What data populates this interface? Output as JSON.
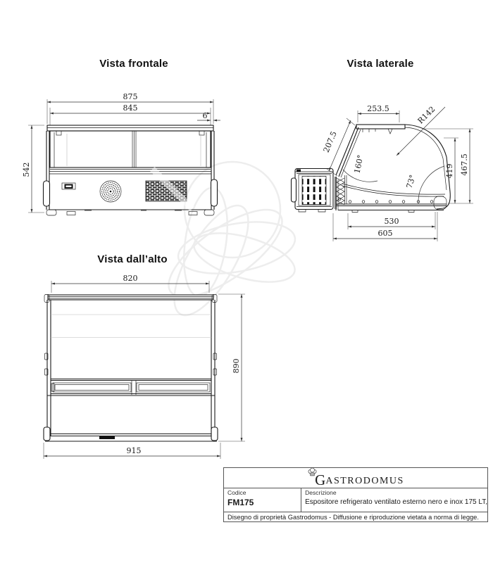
{
  "meta": {
    "sheet_bg": "#ffffff",
    "line_color": "#1a1a1a",
    "watermark_color": "#eaeaea"
  },
  "views": {
    "front": {
      "title": "Vista frontale",
      "dims": {
        "total_width": "875",
        "glass_width": "845",
        "edge_offset": "6",
        "total_height": "542"
      }
    },
    "side": {
      "title": "Vista laterale",
      "dims": {
        "top_flat": "253.5",
        "glass_radius": "R142",
        "front_glass": "207.5",
        "front_angle": "160°",
        "inner_height": "419",
        "total_height": "467.5",
        "rear_angle": "73°",
        "inner_depth": "530",
        "total_depth": "605"
      }
    },
    "top": {
      "title": "Vista dall’alto",
      "dims": {
        "inner_width": "820",
        "depth": "890",
        "total_width": "915"
      }
    }
  },
  "title_block": {
    "brand_initial": "G",
    "brand_rest": "ASTRODOMUS",
    "code_label": "Codice",
    "code_value": "FM175",
    "desc_label": "Descrizione",
    "desc_value": "Espositore refrigerato ventilato esterno nero e inox 175 LT,",
    "footer": "Disegno di proprietà Gastrodomus -  Diffusione e riproduzione vietata a norma di legge."
  }
}
